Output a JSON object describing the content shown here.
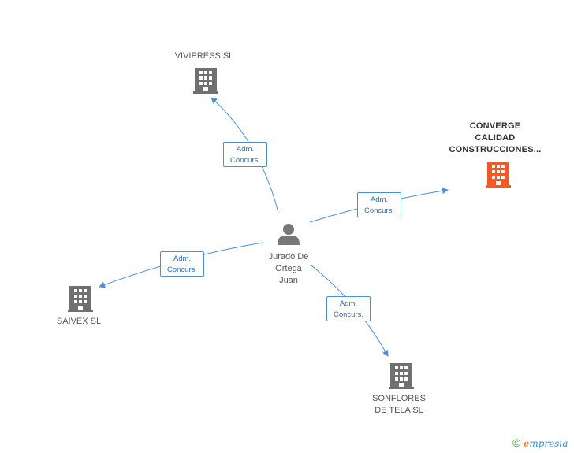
{
  "center": {
    "label_lines": [
      "Jurado De",
      "Ortega",
      "Juan"
    ]
  },
  "companies": [
    {
      "id": "vivipress",
      "label_lines": [
        "VIVIPRESS SL"
      ],
      "color": "#707070"
    },
    {
      "id": "converge",
      "label_lines": [
        "CONVERGE",
        "CALIDAD",
        "CONSTRUCCIONES..."
      ],
      "color": "#f05a28"
    },
    {
      "id": "saivex",
      "label_lines": [
        "SAIVEX SL"
      ],
      "color": "#707070"
    },
    {
      "id": "sonflores",
      "label_lines": [
        "SONFLORES",
        "DE TELA SL"
      ],
      "color": "#707070"
    }
  ],
  "relations": [
    {
      "line1": "Adm.",
      "line2": "Concurs."
    },
    {
      "line1": "Adm.",
      "line2": "Concurs."
    },
    {
      "line1": "Adm.",
      "line2": "Concurs."
    },
    {
      "line1": "Adm.",
      "line2": "Concurs."
    }
  ],
  "colors": {
    "edge": "#4a90d9",
    "person": "#777777"
  },
  "footer": {
    "copyright": "©",
    "brand_initial": "e",
    "brand_rest": "mpresia"
  }
}
